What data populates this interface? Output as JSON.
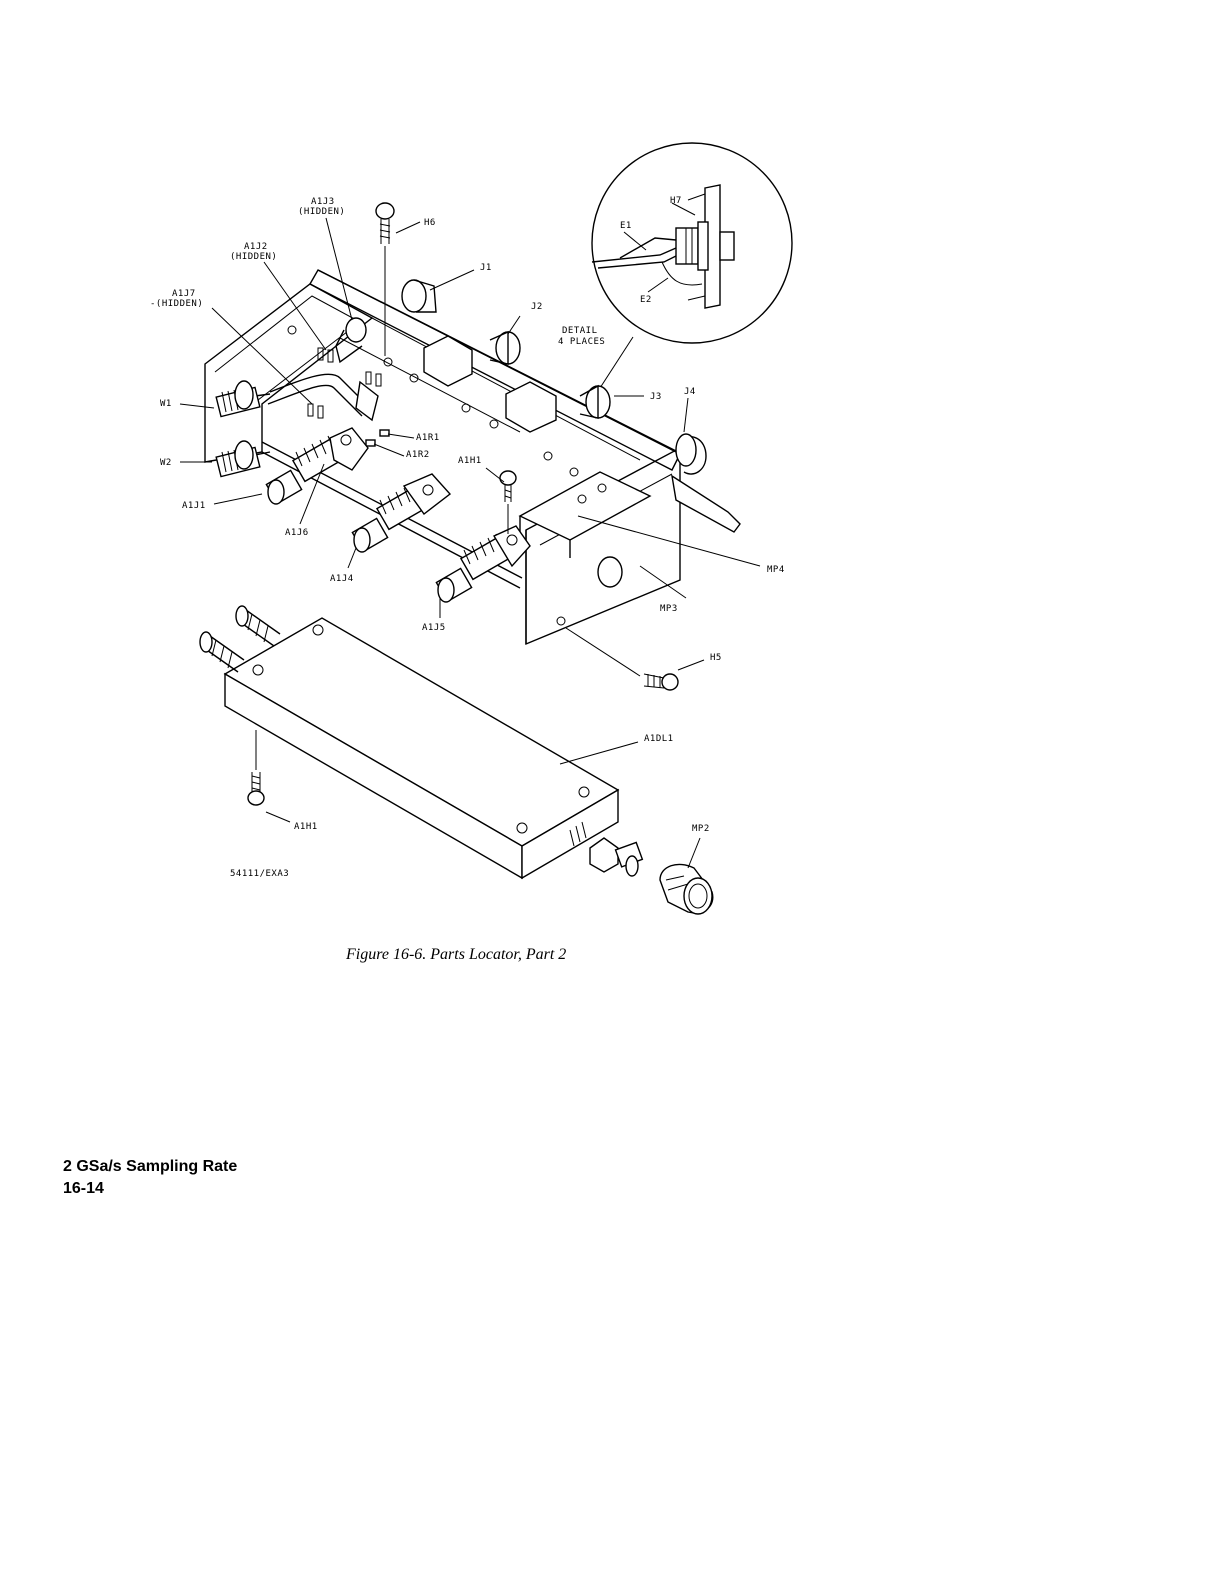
{
  "figure": {
    "caption": "Figure 16-6. Parts Locator, Part 2",
    "drawing_id": "54111/EXA3",
    "detail_note": [
      "DETAIL",
      "4 PLACES"
    ],
    "labels": {
      "a1j3": "A1J3",
      "a1j3_hidden": "(HIDDEN)",
      "a1j2": "A1J2",
      "a1j2_hidden": "(HIDDEN)",
      "a1j7": "A1J7",
      "a1j7_hidden": "-(HIDDEN)",
      "h6": "H6",
      "j1": "J1",
      "j2": "J2",
      "j3": "J3",
      "j4": "J4",
      "h7": "H7",
      "e1": "E1",
      "e2": "E2",
      "w1": "W1",
      "w2": "W2",
      "a1r1": "A1R1",
      "a1r2": "A1R2",
      "a1h1_top": "A1H1",
      "a1j1": "A1J1",
      "a1j6": "A1J6",
      "a1j4": "A1J4",
      "a1j5": "A1J5",
      "mp4": "MP4",
      "mp3": "MP3",
      "h5": "H5",
      "a1dl1": "A1DL1",
      "a1h1_bottom": "A1H1",
      "mp2": "MP2"
    }
  },
  "footer": {
    "section": "2 GSa/s Sampling Rate",
    "page": "16-14"
  }
}
